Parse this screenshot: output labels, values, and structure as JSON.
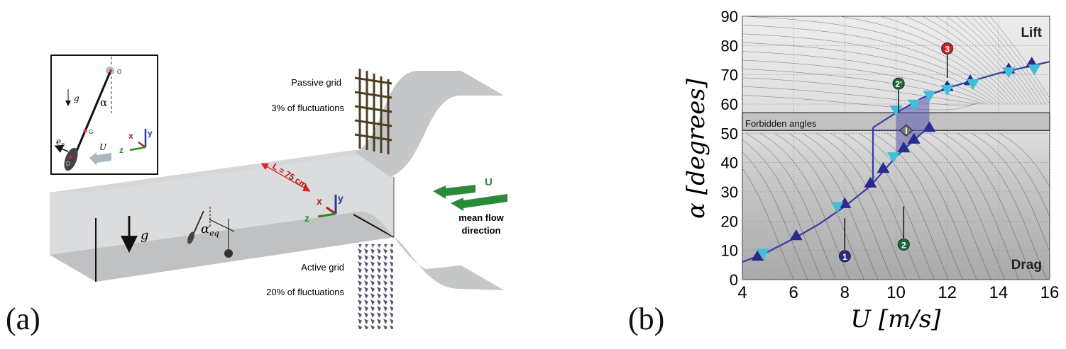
{
  "panel_a": {
    "label": "(a)",
    "inset": {
      "point_o": "O",
      "point_g": "G",
      "point_d": "D",
      "alpha": "α",
      "gravity": "g",
      "normal": "e",
      "normal_sub": "n",
      "flow": "U",
      "axis_x": "x",
      "axis_y": "y",
      "axis_z": "z"
    },
    "passive_grid": "Passive  grid",
    "passive_fluct": "3% of fluctuations",
    "active_grid": "Active grid",
    "active_fluct": "20% of fluctuations",
    "length": "L = 75 cm",
    "flow_label": "U",
    "flow_caption_1": "mean flow",
    "flow_caption_2": "direction",
    "gravity": "g",
    "alpha_eq": "α",
    "alpha_eq_sub": "eq",
    "axis_x": "x",
    "axis_y": "y",
    "axis_z": "z"
  },
  "panel_b": {
    "label": "(b)"
  },
  "chart_data": {
    "type": "scatter",
    "xlabel": "U  [m/s]",
    "ylabel": "α  [degrees]",
    "xlim": [
      4,
      16
    ],
    "ylim": [
      0,
      90
    ],
    "xticks": [
      "4",
      "6",
      "8",
      "10",
      "12",
      "14",
      "16"
    ],
    "yticks": [
      "0",
      "10",
      "20",
      "30",
      "40",
      "50",
      "60",
      "70",
      "80",
      "90"
    ],
    "grid": true,
    "region_labels": {
      "top": "Lift",
      "bottom": "Drag",
      "band": "Forbidden angles"
    },
    "forbidden_band": [
      51,
      57
    ],
    "series": [
      {
        "marker": "triangle-up",
        "color": "#2a2a8c",
        "x": [
          4.6,
          6.1,
          8.0,
          9.0,
          9.5,
          10.3,
          10.7,
          11.3,
          12.0,
          12.9,
          14.4,
          15.3
        ],
        "y": [
          8,
          15,
          26,
          33,
          38,
          45,
          48,
          52,
          66,
          68,
          72,
          74
        ]
      },
      {
        "marker": "triangle-down",
        "color": "#40c0d8",
        "x": [
          4.8,
          7.7,
          9.9,
          10.0,
          10.7,
          11.3,
          12.0,
          13.0,
          14.4,
          15.4
        ],
        "y": [
          9,
          25,
          42,
          58,
          60,
          63,
          65,
          67,
          71,
          72
        ]
      }
    ],
    "curve_lower": {
      "x": [
        4,
        5,
        6,
        7,
        8,
        9,
        9.5,
        10,
        10.5,
        11,
        11.3
      ],
      "y": [
        6,
        9.5,
        14,
        19,
        25,
        32,
        37,
        42,
        46,
        50,
        52
      ]
    },
    "curve_upper": {
      "x": [
        9.1,
        10,
        11,
        12,
        13,
        14,
        15,
        16
      ],
      "y": [
        52,
        57,
        62,
        65.5,
        68,
        70.5,
        72.5,
        74.5
      ]
    },
    "annotations": [
      {
        "text": "1",
        "x": 8.0,
        "y": 8,
        "color": "#2a2a8c"
      },
      {
        "text": "2",
        "x": 10.3,
        "y": 12,
        "color": "#1a6a3a"
      },
      {
        "text": "2'",
        "x": 10.1,
        "y": 67,
        "color": "#1a6a3a"
      },
      {
        "text": "3",
        "x": 12.0,
        "y": 79,
        "color": "#cc2222"
      },
      {
        "text": "I",
        "x": 10.4,
        "y": 51,
        "color": "#777777"
      }
    ]
  }
}
